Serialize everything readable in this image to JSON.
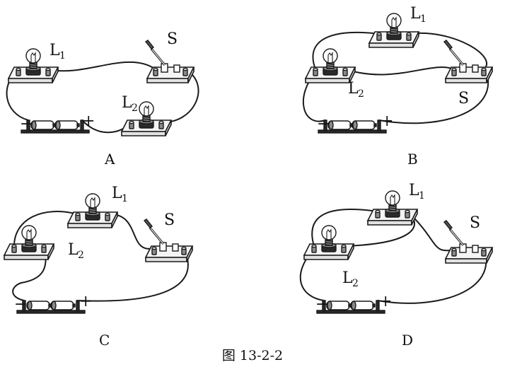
{
  "figure_caption": "图 13-2-2",
  "panels": [
    {
      "id": "A",
      "letter": "A",
      "labels": {
        "lamp1_main": "L",
        "lamp1_sub": "1",
        "lamp2_main": "L",
        "lamp2_sub": "2",
        "switch": "S",
        "battery_neg": "−",
        "battery_pos": "+"
      }
    },
    {
      "id": "B",
      "letter": "B",
      "labels": {
        "lamp1_main": "L",
        "lamp1_sub": "1",
        "lamp2_main": "L",
        "lamp2_sub": "2",
        "switch": "S",
        "battery_neg": "−",
        "battery_pos": "+"
      }
    },
    {
      "id": "C",
      "letter": "C",
      "labels": {
        "lamp1_main": "L",
        "lamp1_sub": "1",
        "lamp2_main": "L",
        "lamp2_sub": "2",
        "switch": "S",
        "battery_neg": "−",
        "battery_pos": "+"
      }
    },
    {
      "id": "D",
      "letter": "D",
      "labels": {
        "lamp1_main": "L",
        "lamp1_sub": "1",
        "lamp2_main": "L",
        "lamp2_sub": "2",
        "switch": "S",
        "battery_neg": "−",
        "battery_pos": "+"
      }
    }
  ]
}
